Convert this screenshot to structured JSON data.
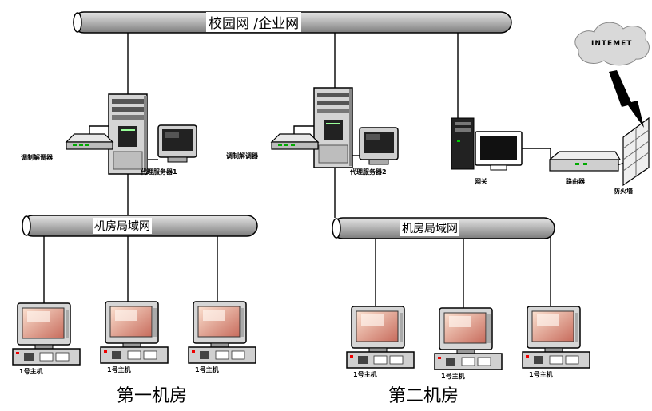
{
  "backbone": {
    "label": "校园网 /企业网"
  },
  "internet": {
    "label": "INTEMET"
  },
  "room1": {
    "title": "第一机房",
    "lan_label": "机房局域网",
    "modem_label": "调制解调器",
    "proxy_label": "代理服务器1",
    "clients": [
      "1号主机",
      "1号主机",
      "1号主机"
    ]
  },
  "room2": {
    "title": "第二机房",
    "lan_label": "机房局域网",
    "modem_label": "调制解调器",
    "proxy_label": "代理服务器2",
    "clients": [
      "1号主机",
      "1号主机",
      "1号主机"
    ]
  },
  "gateway": {
    "host_label": "网关",
    "router_label": "路由器",
    "firewall_label": "防火墙"
  }
}
